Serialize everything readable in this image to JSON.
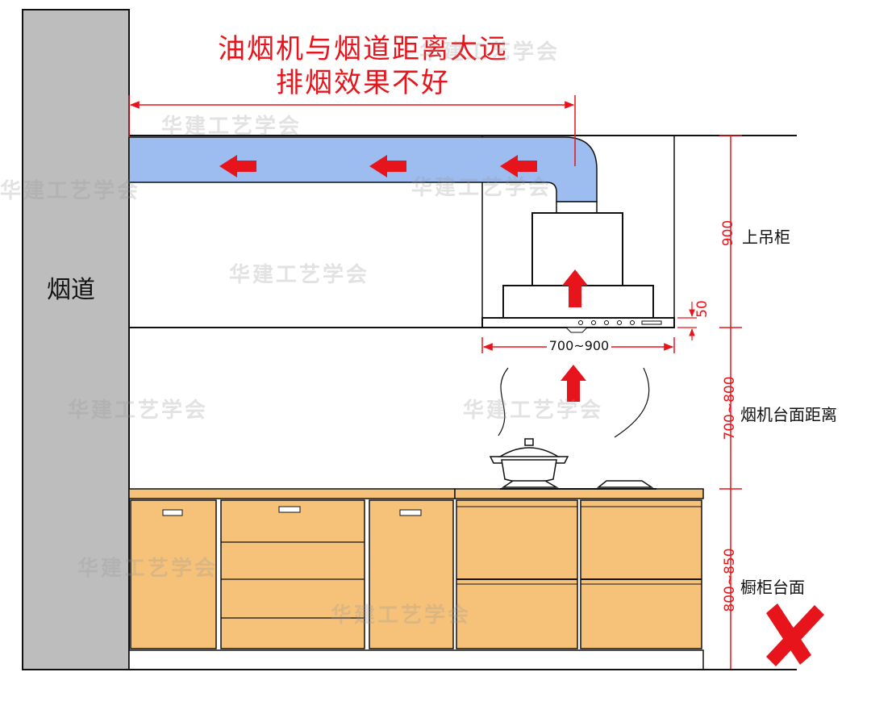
{
  "title": {
    "line1": "油烟机与烟道距离太远",
    "line2": "排烟效果不好"
  },
  "labels": {
    "flue": "烟道",
    "upper_cabinet": "上吊柜",
    "hood_counter_distance": "烟机台面距离",
    "cabinet_counter": "橱柜台面"
  },
  "dimensions": {
    "upper_cabinet_height": "900",
    "hood_offset": "50",
    "hood_width": "700~900",
    "hood_to_counter": "700~800",
    "counter_height": "800~850"
  },
  "watermark": "华建工艺学会",
  "colors": {
    "accent_red": "#e8141b",
    "duct_blue": "#9dbdf0",
    "wall_gray": "#bdbdbd",
    "cabinet_orange": "#f6c27a"
  },
  "icons": {
    "verdict": "red-x-icon"
  }
}
